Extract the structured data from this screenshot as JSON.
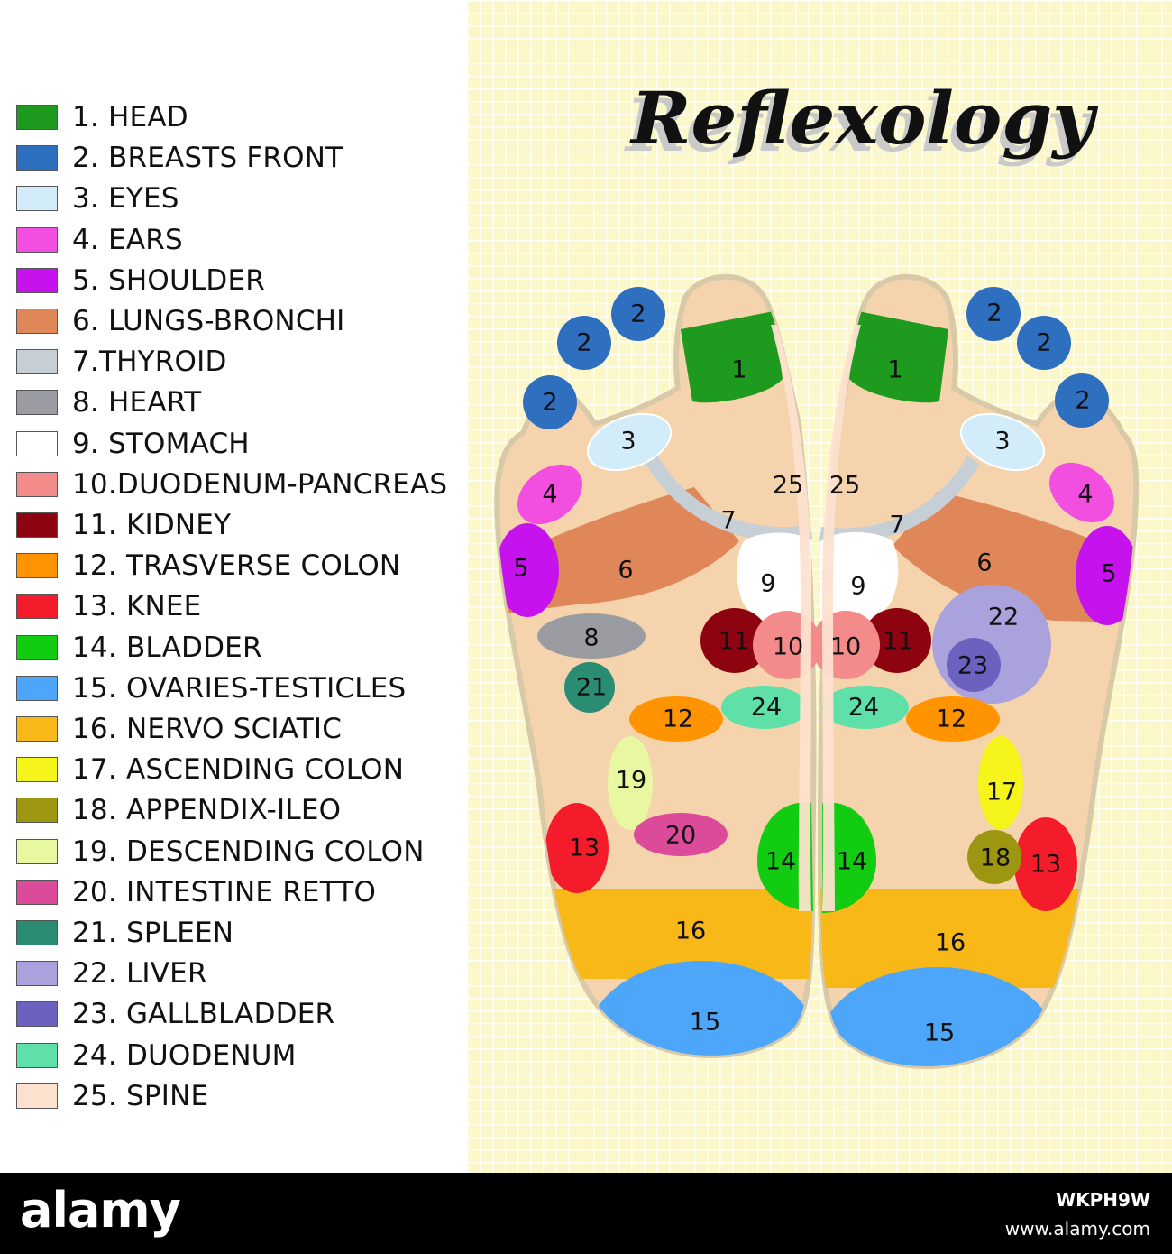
{
  "title": "Reflexology",
  "legend": [
    {
      "label": "1. HEAD",
      "color": "#1e9a1e"
    },
    {
      "label": "2. BREASTS FRONT",
      "color": "#2f6fbf"
    },
    {
      "label": "3. EYES",
      "color": "#d2ecfa"
    },
    {
      "label": "4. EARS",
      "color": "#f24ee0"
    },
    {
      "label": "5. SHOULDER",
      "color": "#c613ee"
    },
    {
      "label": "6. LUNGS-BRONCHI",
      "color": "#e0875a"
    },
    {
      "label": "7.THYROID",
      "color": "#c5cfd5"
    },
    {
      "label": "8. HEART",
      "color": "#9a9ca1"
    },
    {
      "label": "9. STOMACH",
      "color": "#ffffff"
    },
    {
      "label": "10.DUODENUM-PANCREAS",
      "color": "#f48b8b"
    },
    {
      "label": "11. KIDNEY",
      "color": "#8d0410"
    },
    {
      "label": "12. TRASVERSE COLON",
      "color": "#ff9400"
    },
    {
      "label": "13. KNEE",
      "color": "#f41c2a"
    },
    {
      "label": "14. BLADDER",
      "color": "#11cc11"
    },
    {
      "label": "15. OVARIES-TESTICLES",
      "color": "#4da6f9"
    },
    {
      "label": "16. NERVO SCIATIC",
      "color": "#f7b818"
    },
    {
      "label": "17. ASCENDING COLON",
      "color": "#f5f51c"
    },
    {
      "label": "18. APPENDIX-ILEO",
      "color": "#9d9610"
    },
    {
      "label": "19. DESCENDING COLON",
      "color": "#e8f8a0"
    },
    {
      "label": "20. INTESTINE RETTO",
      "color": "#dc4a9a"
    },
    {
      "label": "21. SPLEEN",
      "color": "#2a8c72"
    },
    {
      "label": "22. LIVER",
      "color": "#a9a2dc"
    },
    {
      "label": "23. GALLBLADDER",
      "color": "#6b62c0"
    },
    {
      "label": "24. DUODENUM",
      "color": "#5ee0a8"
    },
    {
      "label": "25. SPINE",
      "color": "#fde1cf"
    }
  ],
  "zone_labels": {
    "n1": "1",
    "n2": "2",
    "n3": "3",
    "n4": "4",
    "n5": "5",
    "n6": "6",
    "n7": "7",
    "n8": "8",
    "n9": "9",
    "n10": "10",
    "n11": "11",
    "n12": "12",
    "n13": "13",
    "n14": "14",
    "n15": "15",
    "n16": "16",
    "n17": "17",
    "n18": "18",
    "n19": "19",
    "n20": "20",
    "n21": "21",
    "n22": "22",
    "n23": "23",
    "n24": "24",
    "n25": "25"
  },
  "footer": {
    "brand": "alamy",
    "stock_id": "WKPH9W",
    "url": "www.alamy.com"
  }
}
